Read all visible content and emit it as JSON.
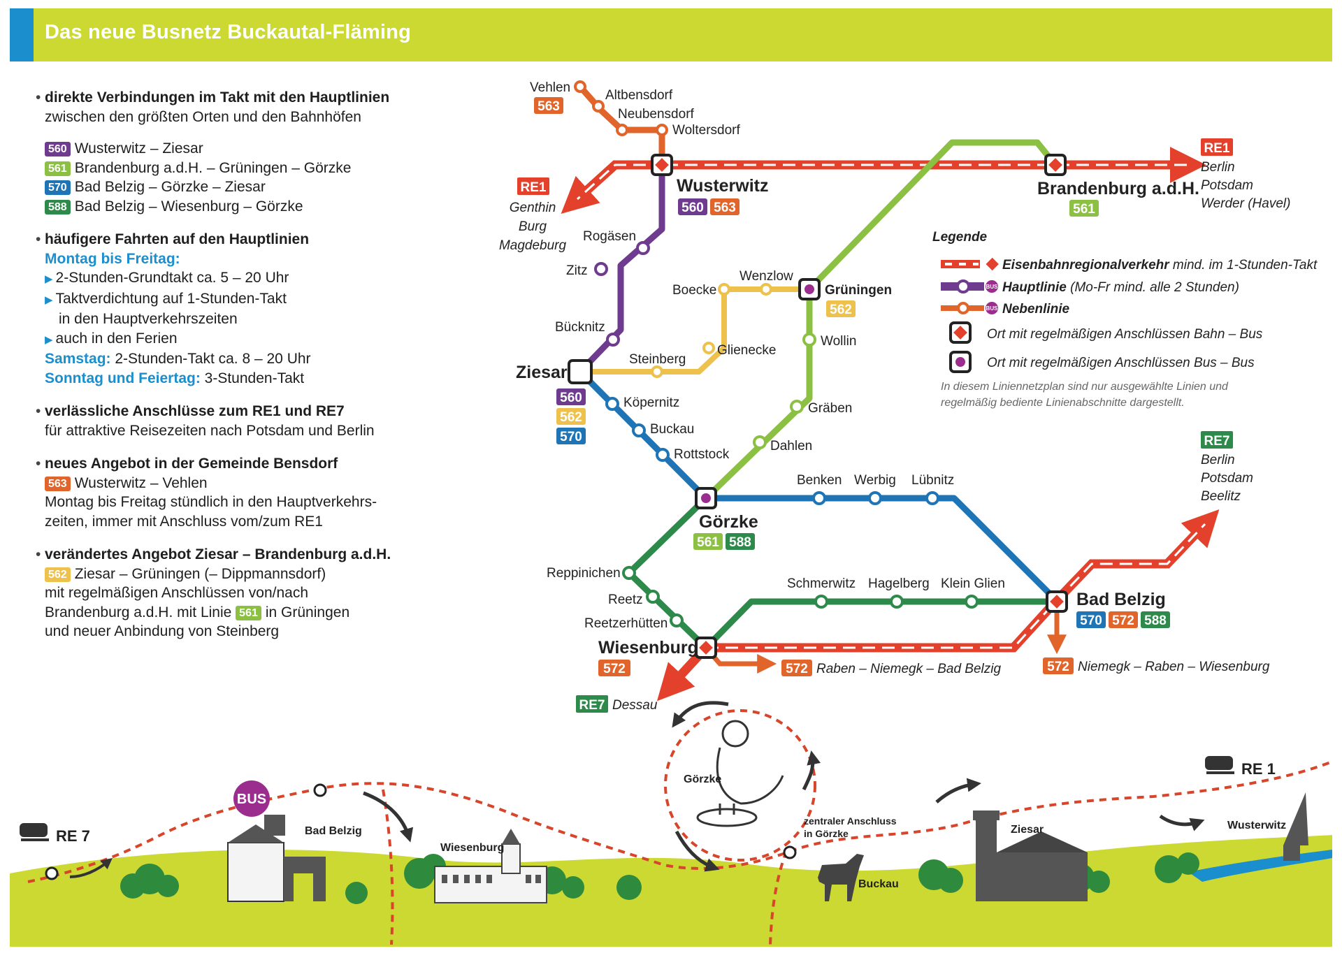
{
  "header": {
    "title": "Das neue Busnetz Buckautal-Fläming"
  },
  "sections": {
    "s1": {
      "head": "direkte Verbindungen im Takt mit den Hauptlinien",
      "sub": "zwischen den größten Orten und den Bahnhöfen",
      "lines": [
        {
          "badge": "560",
          "text": "Wusterwitz – Ziesar"
        },
        {
          "badge": "561",
          "text": "Brandenburg a.d.H. – Grüningen – Görzke"
        },
        {
          "badge": "570",
          "text": "Bad Belzig – Görzke – Ziesar"
        },
        {
          "badge": "588",
          "text": "Bad Belzig – Wiesenburg – Görzke"
        }
      ]
    },
    "s2": {
      "head": "häufigere Fahrten auf den Hauptlinien",
      "weekday": "Montag bis Freitag:",
      "w1": "2-Stunden-Grundtakt ca. 5 – 20 Uhr",
      "w2": "Taktverdichtung auf 1-Stunden-Takt",
      "w2b": "in den Hauptverkehrszeiten",
      "w3": "auch in den Ferien",
      "sat_label": "Samstag:",
      "sat_text": "2-Stunden-Takt ca. 8 – 20 Uhr",
      "sun_label": "Sonntag und Feiertag:",
      "sun_text": "3-Stunden-Takt"
    },
    "s3": {
      "head": "verlässliche Anschlüsse zum RE1 und RE7",
      "sub": "für attraktive Reisezeiten nach Potsdam und Berlin"
    },
    "s4": {
      "head": "neues Angebot in der Gemeinde Bensdorf",
      "badge": "563",
      "line": "Wusterwitz – Vehlen",
      "t1": "Montag bis Freitag stündlich in den Hauptverkehrs-",
      "t2": "zeiten, immer mit Anschluss vom/zum RE1"
    },
    "s5": {
      "head": "verändertes Angebot Ziesar – Brandenburg a.d.H.",
      "badge": "562",
      "line": "Ziesar – Grüningen (– Dippmannsdorf)",
      "t1": "mit regelmäßigen Anschlüssen von/nach",
      "t2a": "Brandenburg a.d.H. mit Linie",
      "t2badge": "561",
      "t2b": "in Grüningen",
      "t3": "und neuer Anbindung von Steinberg"
    }
  },
  "colors": {
    "header": "#cbd932",
    "accent_blue": "#1b8fce",
    "rail": "#e3412c",
    "l560": "#6e3b8f",
    "l561": "#8bc043",
    "l562": "#edc14c",
    "l563": "#e1642a",
    "l570": "#1e74b5",
    "l588": "#2e8a4a"
  },
  "map": {
    "stations": {
      "vehlen": "Vehlen",
      "altbensdorf": "Altbensdorf",
      "neubensdorf": "Neubensdorf",
      "woltersdorf": "Woltersdorf",
      "wusterwitz": "Wusterwitz",
      "brandenburg": "Brandenburg a.d.H.",
      "rogaesen": "Rogäsen",
      "zitz": "Zitz",
      "boecke": "Boecke",
      "wenzlow": "Wenzlow",
      "grueningen": "Grüningen",
      "wollin": "Wollin",
      "buecknitz": "Bücknitz",
      "steinberg": "Steinberg",
      "glienecke": "Glienecke",
      "ziesar": "Ziesar",
      "koepernitz": "Köpernitz",
      "buckau": "Buckau",
      "rottstock": "Rottstock",
      "graeben": "Gräben",
      "dahlen": "Dahlen",
      "benken": "Benken",
      "werbig": "Werbig",
      "luebnitz": "Lübnitz",
      "goerzke": "Görzke",
      "reppinichen": "Reppinichen",
      "reetz": "Reetz",
      "reetzerhuetten": "Reetzerhütten",
      "schmerwitz": "Schmerwitz",
      "hagelberg": "Hagelberg",
      "kleinglien": "Klein Glien",
      "wiesenburg": "Wiesenburg",
      "badbelzig": "Bad Belzig"
    },
    "badges": {
      "vehlen": [
        "563"
      ],
      "wusterwitz": [
        "560",
        "563"
      ],
      "brandenburg": [
        "561"
      ],
      "grueningen": [
        "562"
      ],
      "ziesar": [
        "560",
        "562",
        "570"
      ],
      "goerzke": [
        "561",
        "588"
      ],
      "wiesenburg": [
        "572"
      ],
      "badbelzig": [
        "570",
        "572",
        "588"
      ]
    },
    "destinations": {
      "re1_west_label": "RE1",
      "re1_west": [
        "Genthin",
        "Burg",
        "Magdeburg"
      ],
      "re1_east_label": "RE1",
      "re1_east": [
        "Berlin",
        "Potsdam",
        "Werder (Havel)"
      ],
      "re7_east_label": "RE7",
      "re7_east": [
        "Berlin",
        "Potsdam",
        "Beelitz"
      ],
      "re7_west_label": "RE7",
      "re7_west": "Dessau",
      "b572a_badge": "572",
      "b572a": "Raben – Niemegk – Bad Belzig",
      "b572b_badge": "572",
      "b572b": "Niemegk – Raben – Wiesenburg"
    },
    "legend": {
      "title": "Legende",
      "rail_bold": "Eisenbahnregionalverkehr",
      "rail_rest": " mind. im 1-Stunden-Takt",
      "main_bold": "Hauptlinie",
      "main_rest": " (Mo-Fr mind. alle 2 Stunden)",
      "side_bold": "Nebenlinie",
      "hub_rail": "Ort mit regelmäßigen Anschlüssen Bahn – Bus",
      "hub_bus": "Ort mit regelmäßigen Anschlüssen Bus – Bus",
      "bus_icon": "BUS",
      "note1": "In diesem Liniennetzplan sind nur ausgewählte Linien und",
      "note2": "regelmäßig bediente Linienabschnitte dargestellt."
    }
  },
  "landscape": {
    "re7": "RE 7",
    "bus": "BUS",
    "bad_belzig": "Bad Belzig",
    "wiesenburg": "Wiesenburg",
    "goerzke": "Görzke",
    "zentral1": "zentraler Anschluss",
    "zentral2": "in Görzke",
    "buckau": "Buckau",
    "ziesar": "Ziesar",
    "re1": "RE 1",
    "wusterwitz": "Wusterwitz"
  }
}
